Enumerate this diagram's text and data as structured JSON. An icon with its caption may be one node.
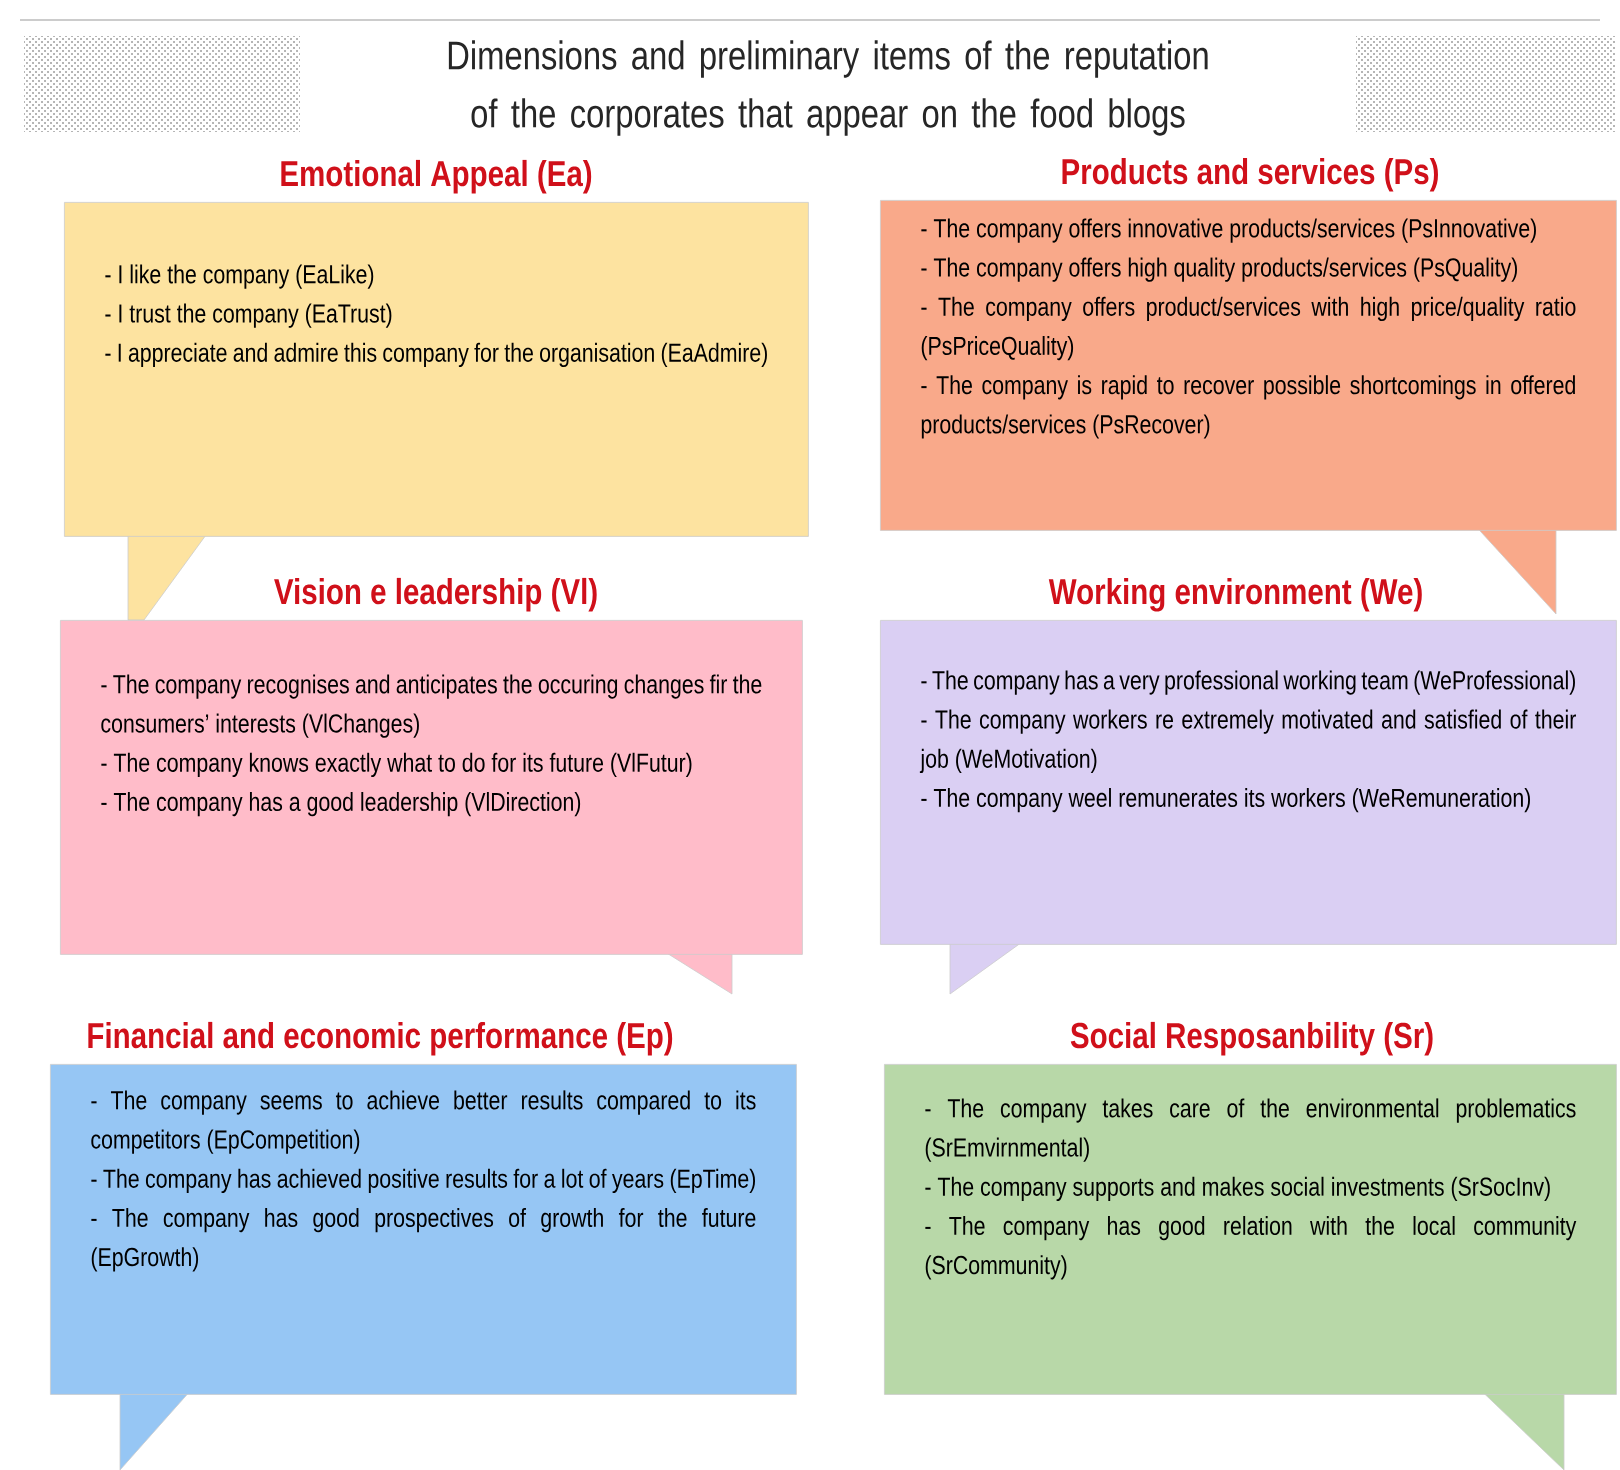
{
  "diagram": {
    "title": "Dimensions and preliminary items of the reputation of the corporates that appear on the food blogs",
    "nodes": [
      {
        "text": [
          "Emotional Appeal (Ea)",
          "- I like the company (EaLike)",
          "- I trust the company (EaTrust)",
          "- I appreciate and admire this company for the organisation (EaAdmire)"
        ]
      },
      {
        "text": [
          "Products and services (Ps)",
          "- The company offers innovative products/services (PsInnovative)",
          "- The company offers high quality products/services (PsQuality)",
          "- The company offers product/services with high price/quality ratio (PsPriceQuality)",
          "- The company is rapid to recover possible shortcomings in offered products/services (PsRecover)"
        ]
      },
      {
        "text": [
          "Vision e leadership (Vl)",
          "- The company recognises and anticipates the occuring changes fir the consumers’ interests (VlChanges)",
          "- The company knows exactly what to do for its future (VlFutur)",
          "- The company has a good leadership (VlDirection)"
        ]
      },
      {
        "text": [
          "Working environment (We)",
          "- The company has a very professional working team (WeProfessional)",
          "- The company workers re extremely motivated and satisfied of their job (WeMotivation)",
          "- The company weel remunerates its workers (WeRemuneration)"
        ]
      },
      {
        "text": [
          "Financial and economic performance (Ep)",
          "- The company seems to achieve better results compared to its competitors (EpCompetition)",
          "- The company has achieved positive results for a lot of years (EpTime)",
          "- The company has good prospectives of growth for the future (EpGrowth)"
        ]
      },
      {
        "text": [
          "Social Resposanbility (Sr)",
          "- The company takes care of the environmental problematics (SrEmvirnmental)",
          "- The company supports and makes social investments (SrSocInv)",
          "- The company has good relation with the local community (SrCommunity)"
        ]
      }
    ]
  }
}
